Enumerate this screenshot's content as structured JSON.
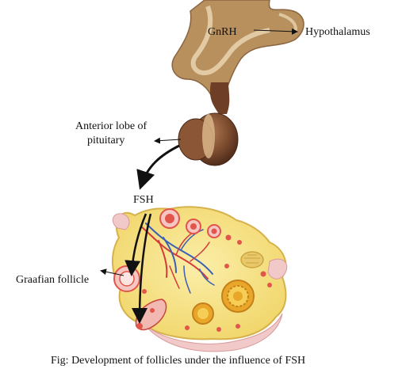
{
  "labels": {
    "gnrh": "GnRH",
    "hypothalamus": "Hypothalamus",
    "anterior_lobe_line1": "Anterior lobe of",
    "anterior_lobe_line2": "pituitary",
    "fsh": "FSH",
    "graafian_follicle": "Graafian follicle"
  },
  "caption": "Fig: Development of follicles under the influence of FSH",
  "colors": {
    "hypothalamus_tissue": "#b8905e",
    "pituitary": "#7a4a2e",
    "ovary": "#f6e07c",
    "follicle": "#e2554a",
    "artery": "#d23a3a",
    "vein": "#3a5fb5",
    "arrow": "#111111"
  }
}
